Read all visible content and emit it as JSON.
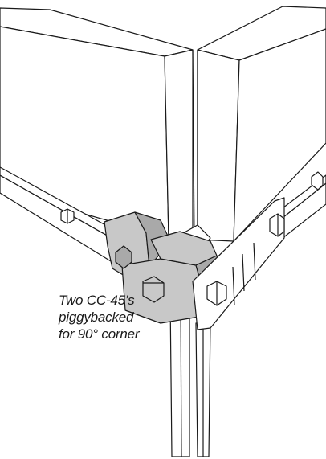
{
  "caption": {
    "lines": [
      "Two CC-45’s",
      "piggybacked",
      "for 90° corner"
    ]
  },
  "colors": {
    "line": "#1a1a1a",
    "clamp_fill": "#c8c8c8",
    "clamp_shadow": "#a9a9a9",
    "panel_fill": "#ffffff"
  }
}
